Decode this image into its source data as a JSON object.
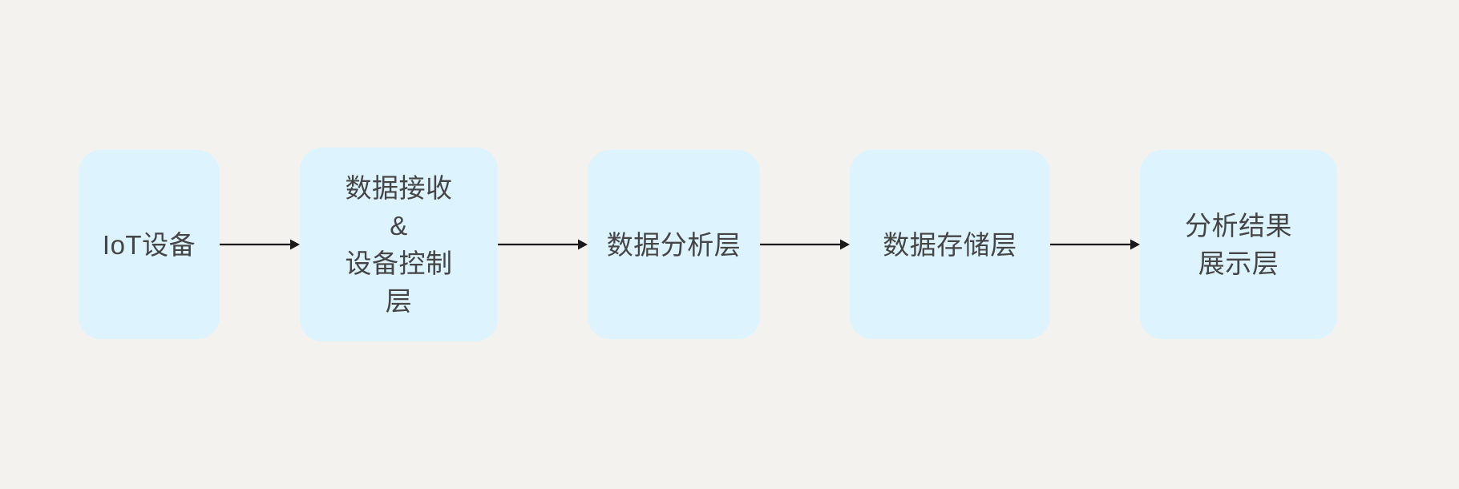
{
  "diagram": {
    "type": "flowchart",
    "orientation": "left-to-right",
    "background_color": "#f4f2ee",
    "node_fill_color": "#ddf3fd",
    "node_text_color": "#454545",
    "arrow_color": "#1a1a1a",
    "nodes": [
      {
        "id": "iot-device",
        "label": "IoT设备"
      },
      {
        "id": "ingest-control",
        "label": "数据接收\n&\n设备控制\n层"
      },
      {
        "id": "analysis-layer",
        "label": "数据分析层"
      },
      {
        "id": "storage-layer",
        "label": "数据存储层"
      },
      {
        "id": "presentation-layer",
        "label": "分析结果\n展示层"
      }
    ],
    "edges": [
      {
        "id": "edge-1",
        "from": "iot-device",
        "to": "ingest-control",
        "label": ""
      },
      {
        "id": "edge-2",
        "from": "ingest-control",
        "to": "analysis-layer",
        "label": ""
      },
      {
        "id": "edge-3",
        "from": "analysis-layer",
        "to": "storage-layer",
        "label": ""
      },
      {
        "id": "edge-4",
        "from": "storage-layer",
        "to": "presentation-layer",
        "label": ""
      }
    ]
  }
}
